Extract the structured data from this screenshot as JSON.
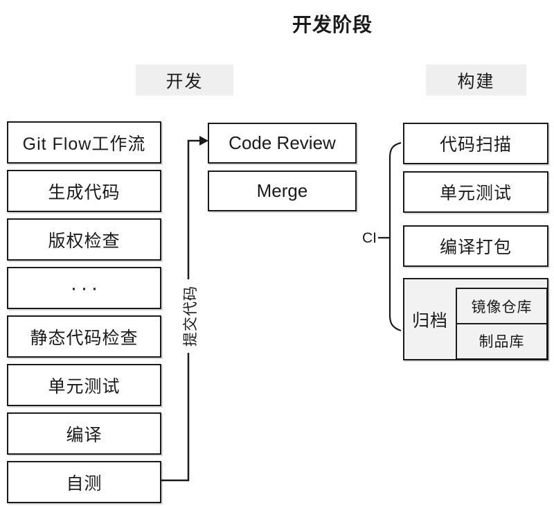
{
  "title": "开发阶段",
  "headers": {
    "dev": "开发",
    "build": "构建"
  },
  "dev_column": {
    "boxes": [
      "Git Flow工作流",
      "生成代码",
      "版权检查",
      "···",
      "静态代码检查",
      "单元测试",
      "编译",
      "自测"
    ]
  },
  "review_column": {
    "boxes": [
      "Code Review",
      "Merge"
    ]
  },
  "build_column": {
    "boxes": [
      "代码扫描",
      "单元测试",
      "编译打包"
    ],
    "archive": {
      "label": "归档",
      "items": [
        "镜像仓库",
        "制品库"
      ]
    }
  },
  "connectors": {
    "submit_code_label": "提交代码",
    "ci_label": "CI"
  },
  "colors": {
    "box_border": "#1a1a1a",
    "header_bg": "#efefef",
    "archive_bg": "#f2f2f2",
    "shadow": "#d9d9d9"
  }
}
